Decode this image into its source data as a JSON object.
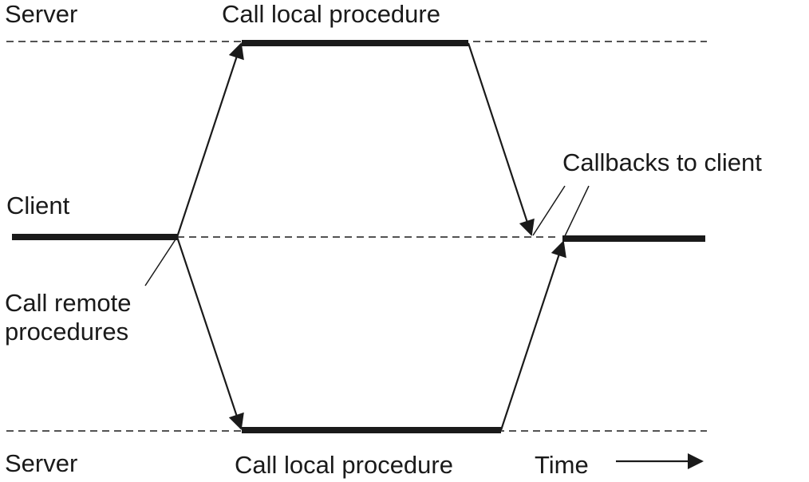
{
  "diagram": {
    "labels": {
      "server_top": "Server",
      "call_local_top": "Call local procedure",
      "client": "Client",
      "callbacks": "Callbacks to client",
      "call_remote_line1": "Call remote",
      "call_remote_line2": "procedures",
      "server_bottom": "Server",
      "call_local_bottom": "Call local procedure",
      "time": "Time"
    },
    "colors": {
      "ink": "#1a1a1a",
      "background": "#ffffff"
    }
  }
}
